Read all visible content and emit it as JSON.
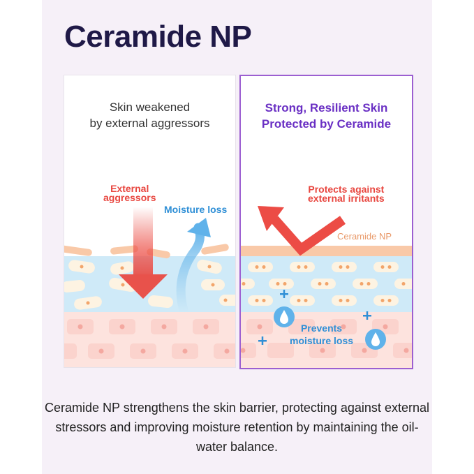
{
  "title": "Ceramide NP",
  "left_card": {
    "title_line1": "Skin weakened",
    "title_line2": "by external aggressors",
    "label_aggressors_line1": "External",
    "label_aggressors_line2": "aggressors",
    "label_moisture": "Moisture loss"
  },
  "right_card": {
    "title_line1": "Strong, Resilient Skin",
    "title_line2": "Protected by Ceramide",
    "label_protects_line1": "Protects against",
    "label_protects_line2": "external irritants",
    "label_ceramide": "Ceramide NP",
    "label_prevents_line1": "Prevents",
    "label_prevents_line2": "moisture loss"
  },
  "caption": "Ceramide NP strengthens the skin barrier, protecting against external stressors and improving moisture retention by maintaining the oil-water balance.",
  "colors": {
    "title": "#1f1947",
    "accent_purple": "#9c5fd1",
    "red": "#e8463f",
    "blue": "#2f8fd6",
    "skin_pink": "#fde3de",
    "water_blue": "#cfeaf8",
    "ceramide_orange": "#f9c9a8"
  }
}
